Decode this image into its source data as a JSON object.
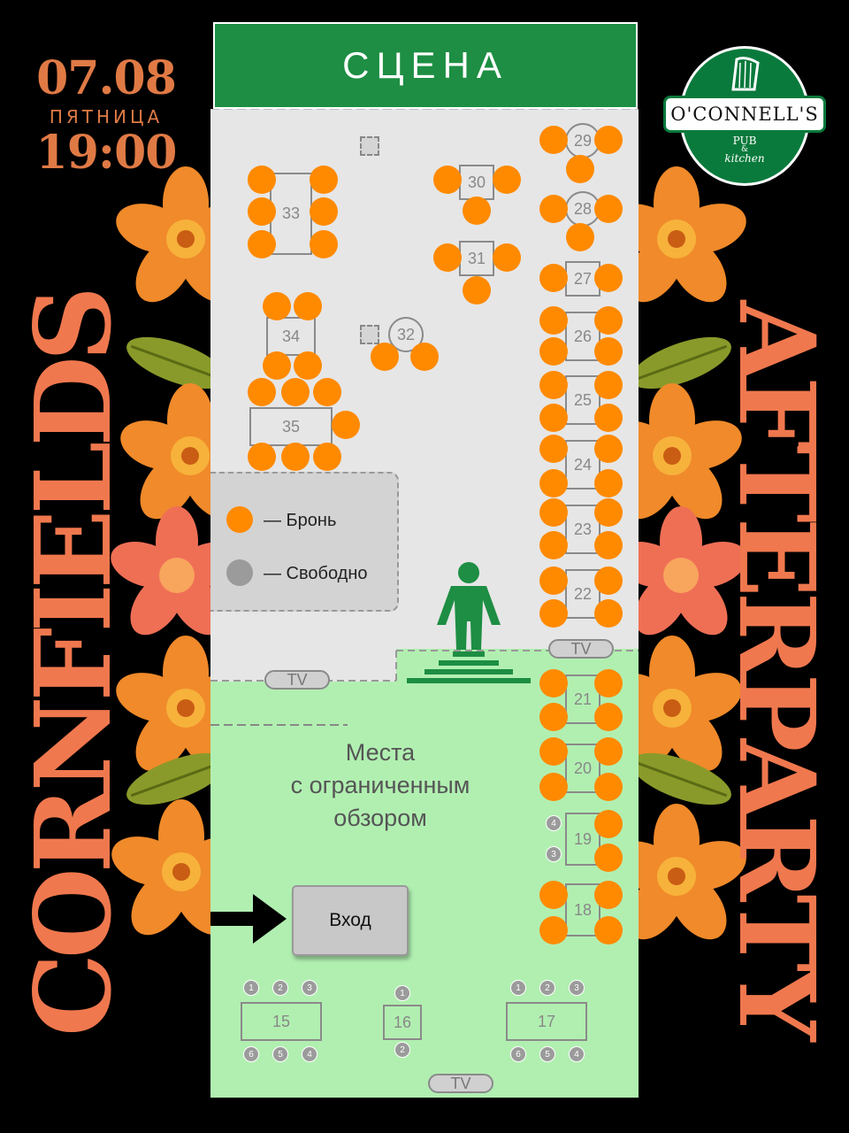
{
  "event": {
    "date": "07.08",
    "weekday": "ПЯТНИЦА",
    "time": "19:00",
    "left_title": "CORNFIELDS",
    "right_title": "AFTERPARTY"
  },
  "logo": {
    "name": "O'CONNELL'S",
    "line1": "PUB",
    "line2": "&",
    "line3": "kitchen"
  },
  "stage": {
    "label": "СЦЕНА"
  },
  "legend": {
    "booked_label": "— Бронь",
    "free_label": "— Свободно",
    "booked_color": "#ff8a00",
    "free_color": "#9b9b9b"
  },
  "zone": {
    "limited_view": "Места\nс ограниченным\nобзором"
  },
  "entrance": {
    "label": "Вход"
  },
  "tv_label": "TV",
  "tables": {
    "t15": "15",
    "t16": "16",
    "t17": "17",
    "t18": "18",
    "t19": "19",
    "t20": "20",
    "t21": "21",
    "t22": "22",
    "t23": "23",
    "t24": "24",
    "t25": "25",
    "t26": "26",
    "t27": "27",
    "t28": "28",
    "t29": "29",
    "t30": "30",
    "t31": "31",
    "t32": "32",
    "t33": "33",
    "t34": "34",
    "t35": "35"
  },
  "free_seats": {
    "t15": [
      "1",
      "2",
      "3",
      "6",
      "5",
      "4"
    ],
    "t16": [
      "1",
      "2"
    ],
    "t17": [
      "1",
      "2",
      "3",
      "6",
      "5",
      "4"
    ],
    "t19": [
      "4",
      "3"
    ]
  },
  "colors": {
    "accent_orange": "#f0784e",
    "stage_green": "#1d8e43",
    "zone_green": "#b1efb1",
    "booked": "#ff8a00"
  }
}
